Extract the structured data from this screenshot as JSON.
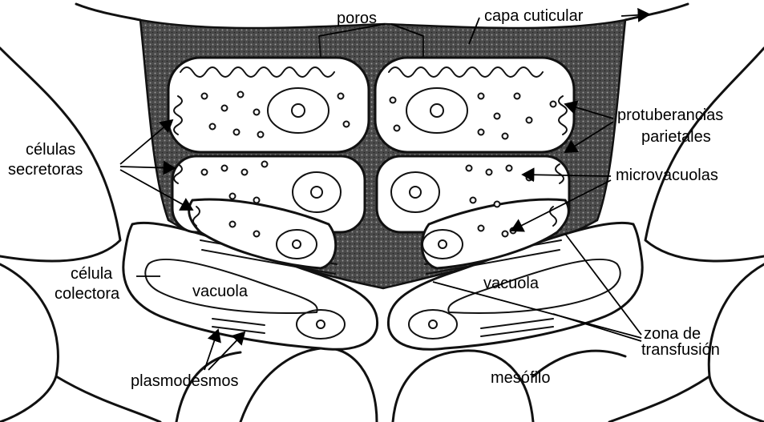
{
  "labels": {
    "poros": "poros",
    "capa_cuticular": "capa cuticular",
    "protuberancias_1": "protuberancias",
    "protuberancias_2": "parietales",
    "celulas_1": "células",
    "celulas_2": "secretoras",
    "microvacuolas": "microvacuolas",
    "celula_1": "célula",
    "celula_2": "colectora",
    "vacuola_left": "vacuola",
    "vacuola_right": "vacuola",
    "zona_1": "zona de",
    "zona_2": "transfusión",
    "plasmodesmos": "plasmodesmos",
    "mesofilo": "mesófilo"
  },
  "colors": {
    "ink": "#111111",
    "stipple_dark": "#3a3a3a",
    "background": "#ffffff"
  }
}
